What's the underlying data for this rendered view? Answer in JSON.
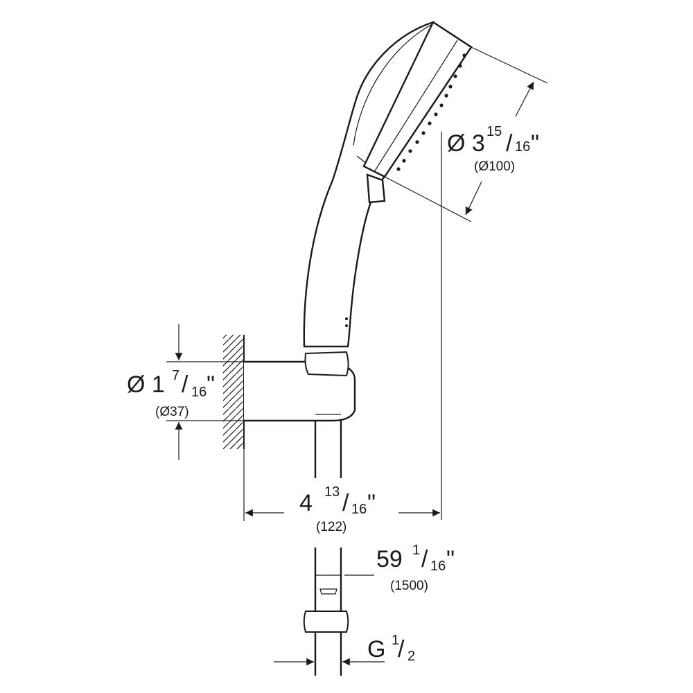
{
  "dimensions": {
    "head_diameter": {
      "symbol": "Ø",
      "whole": "3",
      "num": "15",
      "den": "16",
      "unit": "\"",
      "metric": "(Ø100)"
    },
    "holder_diameter": {
      "symbol": "Ø",
      "whole": "1",
      "num": "7",
      "den": "16",
      "unit": "\"",
      "metric": "(Ø37)"
    },
    "projection": {
      "whole": "4",
      "num": "13",
      "den": "16",
      "unit": "\"",
      "metric": "(122)"
    },
    "hose_length": {
      "whole": "59",
      "num": "1",
      "den": "16",
      "unit": "\"",
      "metric": "(1500)"
    },
    "thread": {
      "prefix": "G",
      "num": "1",
      "den": "2"
    }
  },
  "colors": {
    "line": "#1a1a1a",
    "background": "#ffffff"
  }
}
